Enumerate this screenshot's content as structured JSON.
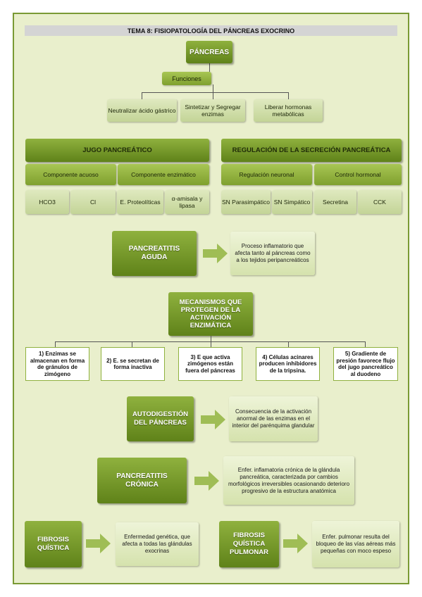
{
  "title": "TEMA 8: FISIOPATOLOGÍA DEL PÁNCREAS EXOCRINO",
  "root": "PÁNCREAS",
  "funciones": {
    "label": "Funciones",
    "items": [
      "Neutralizar ácido gástrico",
      "Sintetizar y Segregar enzimas",
      "Liberar hormonas metabólicas"
    ]
  },
  "jugo": {
    "header": "JUGO PANCREÁTICO",
    "components": [
      "Componente acuoso",
      "Componente enzimático"
    ],
    "leaves": [
      "HCO3",
      "Cl",
      "E. Proteolíticas",
      "α-amisala y lipasa"
    ]
  },
  "regulacion": {
    "header": "REGULACIÓN DE LA SECRECIÓN PANCREÁTICA",
    "components": [
      "Regulación neuronal",
      "Control hormonal"
    ],
    "leaves": [
      "SN Parasimpático",
      "SN Simpático",
      "Secretina",
      "CCK"
    ]
  },
  "pancreatitis_aguda": {
    "label": "PANCREATITIS AGUDA",
    "desc": "Proceso inflamatorio que afecta tanto al páncreas como a los tejidos peripancreáticos"
  },
  "mecanismos": {
    "label": "MECANISMOS QUE PROTEGEN DE LA ACTIVACIÓN ENZIMÁTICA",
    "items": [
      "1) Enzimas se almacenan en forma de gránulos de zimógeno",
      "2) E. se secretan de forma inactiva",
      "3) E que activa zimógenos están fuera del páncreas",
      "4) Células acinares producen inhibidores de la tripsina.",
      "5) Gradiente de presión favorece flujo del jugo pancreático al duodeno"
    ]
  },
  "autodigestion": {
    "label": "AUTODIGESTIÓN DEL PÁNCREAS",
    "desc": "Consecuencia de la activación anormal de las enzimas en el interior del parénquima glandular"
  },
  "pancreatitis_cronica": {
    "label": "PANCREATITIS CRÓNICA",
    "desc": "Enfer. inflamatoria crónica de la glándula pancreática, caracterizada por cambios morfológicos irreversibles ocasionando deterioro progresivo de la estructura anatómica"
  },
  "fibrosis_quistica": {
    "label": "FIBROSIS QUÍSTICA",
    "desc": "Enfermedad genética, que afecta a todas las glándulas exocrinas"
  },
  "fibrosis_quistica_pulmonar": {
    "label": "FIBROSIS QUÍSTICA PULMONAR",
    "desc": "Enfer. pulmonar resulta del bloqueo de las vías aéreas más pequeñas con moco espeso"
  }
}
